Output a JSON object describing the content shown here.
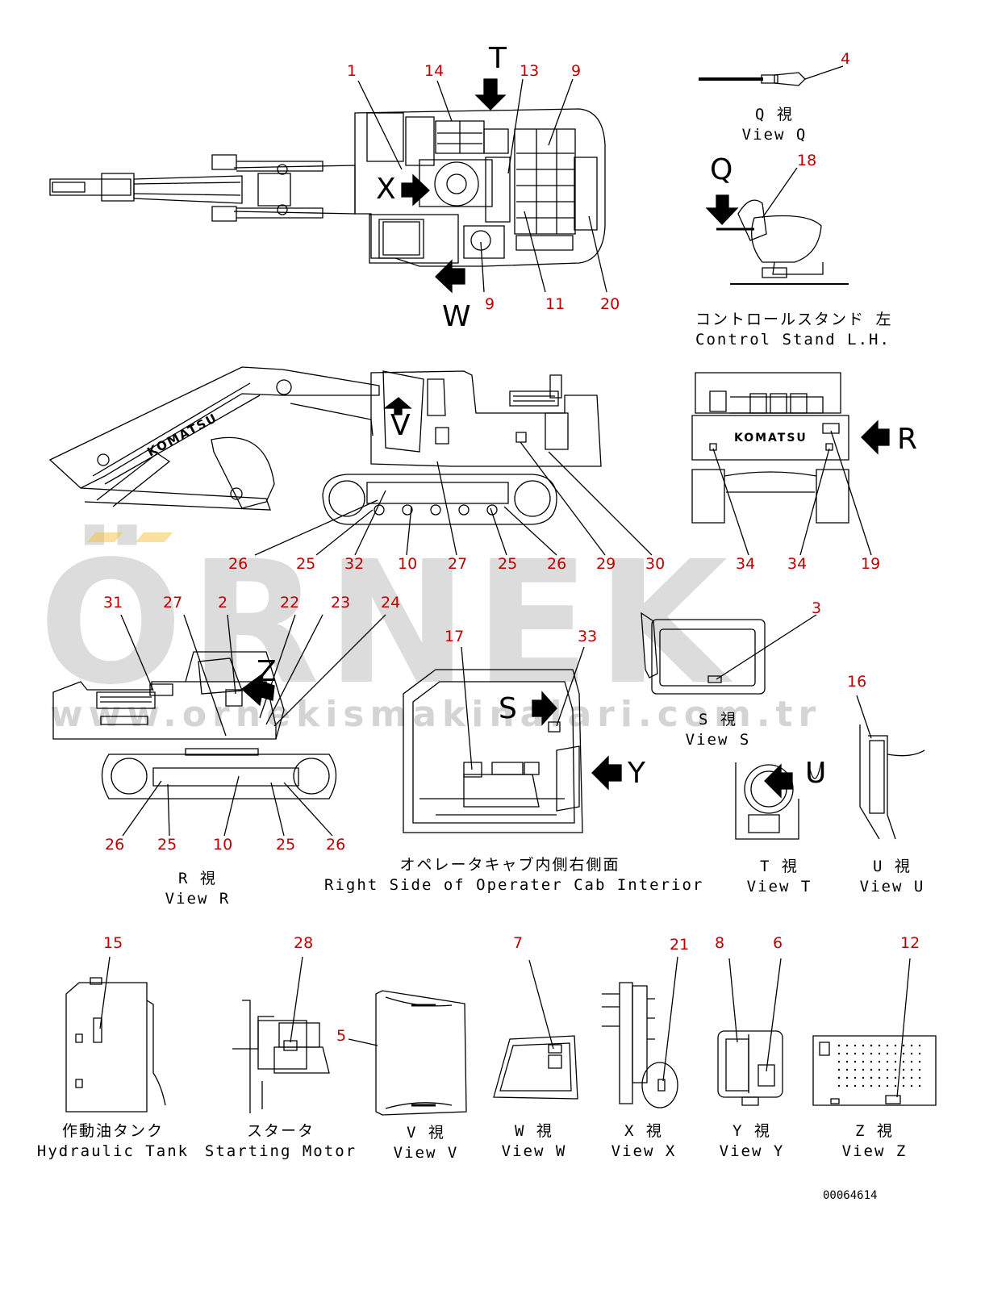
{
  "watermark": {
    "text": "ÖRNEK",
    "url": "www.ornekismakinalari.com.tr"
  },
  "document_number": "00064614",
  "callouts": {
    "top": [
      "1",
      "14",
      "13",
      "9",
      "9",
      "11",
      "20"
    ],
    "viewQ": [
      "4",
      "18"
    ],
    "side": [
      "26",
      "25",
      "32",
      "10",
      "27",
      "25",
      "26",
      "29",
      "30"
    ],
    "rear": [
      "34",
      "34",
      "19"
    ],
    "viewR": [
      "31",
      "27",
      "2",
      "22",
      "23",
      "24",
      "26",
      "25",
      "10",
      "25",
      "26"
    ],
    "cab": [
      "17",
      "33"
    ],
    "viewS": [
      "3"
    ],
    "viewU": [
      "16"
    ],
    "bottom": [
      "15",
      "28",
      "5",
      "7",
      "21",
      "8",
      "6",
      "12"
    ]
  },
  "view_letters": {
    "T": "T",
    "X": "X",
    "W": "W",
    "Q": "Q",
    "V": "V",
    "R": "R",
    "Z": "Z",
    "S": "S",
    "Y": "Y",
    "U": "U"
  },
  "brand": "KOMATSU",
  "captions": {
    "view_q": {
      "jp": "Q 視",
      "en": "View Q"
    },
    "control_stand": {
      "jp": "コントロールスタンド 左",
      "en": "Control Stand L.H."
    },
    "view_r": {
      "jp": "R 視",
      "en": "View R"
    },
    "cab_interior": {
      "jp": "オペレータキャブ内側右側面",
      "en": "Right Side of Operater Cab Interior"
    },
    "view_s": {
      "jp": "S 視",
      "en": "View S"
    },
    "view_t": {
      "jp": "T 視",
      "en": "View T"
    },
    "view_u": {
      "jp": "U 視",
      "en": "View U"
    },
    "hydraulic_tank": {
      "jp": "作動油タンク",
      "en": "Hydraulic Tank"
    },
    "starting_motor": {
      "jp": "スタータ",
      "en": "Starting Motor"
    },
    "view_v": {
      "jp": "V 視",
      "en": "View V"
    },
    "view_w": {
      "jp": "W 視",
      "en": "View W"
    },
    "view_x": {
      "jp": "X 視",
      "en": "View X"
    },
    "view_y": {
      "jp": "Y 視",
      "en": "View Y"
    },
    "view_z": {
      "jp": "Z 視",
      "en": "View Z"
    }
  },
  "colors": {
    "callout": "#c00000",
    "line": "#000000",
    "watermark": "#b9b9b9",
    "accent": "#f5c242"
  }
}
